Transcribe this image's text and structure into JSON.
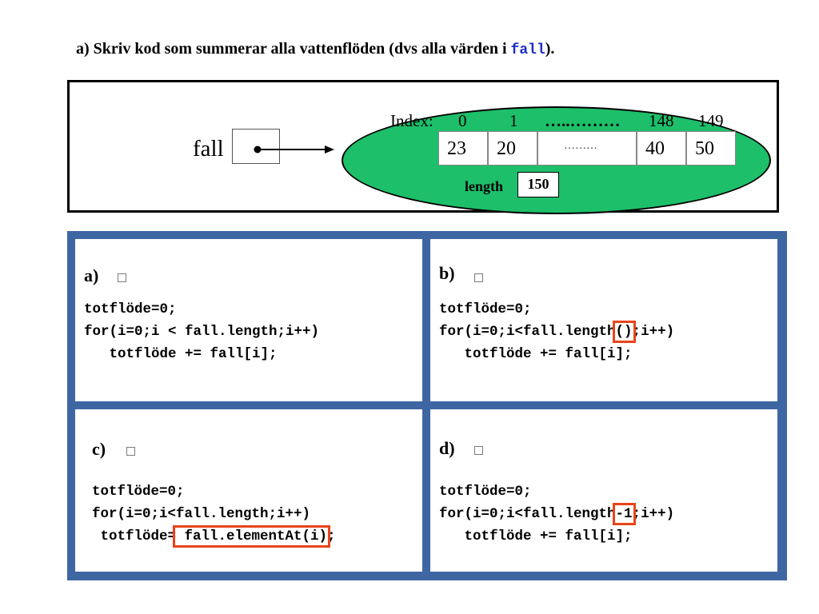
{
  "question": {
    "prefix": "a) Skriv kod som summerar alla vattenflöden (dvs alla värden i ",
    "code_word": "fall",
    "suffix": ")."
  },
  "diagram": {
    "variable_name": "fall",
    "index_label": "Index:",
    "index_0": "0",
    "index_1": "1",
    "index_dots": "…..………",
    "index_148": "148",
    "index_149": "149",
    "cell_0": "23",
    "cell_1": "20",
    "cell_dots": "………",
    "cell_148": "40",
    "cell_149": "50",
    "length_label": "length",
    "length_value": "150",
    "colors": {
      "ellipse": "#1dbf6b"
    }
  },
  "options": {
    "a": {
      "letter": "a)",
      "line1": "totflöde=0;",
      "line2": "for(i=0;i < fall.length;i++)",
      "line3": "   totflöde += fall[i];"
    },
    "b": {
      "letter": "b)",
      "line1": "totflöde=0;",
      "line2_pre": "for(i=0;i<fall.length",
      "line2_hl": "()",
      "line2_post": ";i++)",
      "line3": "   totflöde += fall[i];"
    },
    "c": {
      "letter": "c)",
      "line1": "totflöde=0;",
      "line2": "for(i=0;i<fall.length;i++)",
      "line3_pre": " totflöde=",
      "line3_hl": " fall.elementAt(i)",
      "line3_post": ";"
    },
    "d": {
      "letter": "d)",
      "line1": "totflöde=0;",
      "line2_pre": "for(i=0;i<fall.length",
      "line2_hl": "-1",
      "line2_post": ";i++)",
      "line3": "   totflöde += fall[i];"
    },
    "colors": {
      "frame": "#3e66a2",
      "highlight": "#e8441a"
    }
  }
}
